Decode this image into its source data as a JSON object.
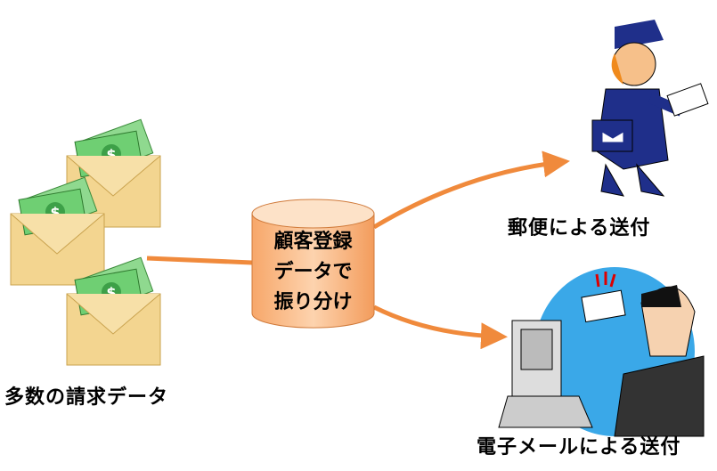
{
  "labels": {
    "source": "多数の請求データ",
    "database_lines": [
      "顧客登録",
      "データで",
      "振り分け"
    ],
    "postal": "郵便による送付",
    "email": "電子メールによる送付"
  },
  "colors": {
    "arrow": "#f08a3c",
    "cylinder_fill": "#fbc79a",
    "envelope": "#f3d590",
    "money": "#5fc46a",
    "uniform": "#1f2f8a"
  }
}
